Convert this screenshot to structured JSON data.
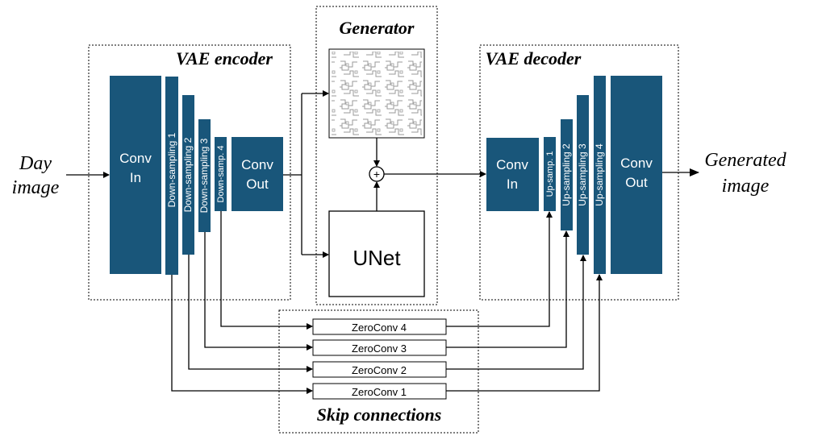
{
  "input_label": [
    "Day",
    "image"
  ],
  "output_label": [
    "Generated",
    "image"
  ],
  "encoder": {
    "title": "VAE encoder",
    "conv_in": [
      "Conv",
      "In"
    ],
    "downsampling": [
      "Down-sampling 1",
      "Down-sampling 2",
      "Down-sampling 3",
      "Down-samp. 4"
    ],
    "conv_out": [
      "Conv",
      "Out"
    ]
  },
  "generator": {
    "title": "Generator",
    "unet": "UNet",
    "add_symbol": "+"
  },
  "decoder": {
    "title": "VAE decoder",
    "conv_in": [
      "Conv",
      "In"
    ],
    "upsampling": [
      "Up-samp. 1",
      "Up-sampling 2",
      "Up-sampling 3",
      "Up-sampling 4"
    ],
    "conv_out": [
      "Conv",
      "Out"
    ]
  },
  "skip": {
    "title": "Skip connections",
    "zeroconv": [
      "ZeroConv 4",
      "ZeroConv 3",
      "ZeroConv 2",
      "ZeroConv 1"
    ]
  },
  "colors": {
    "block": "#19567a",
    "block_text": "#ffffff",
    "line": "#000000",
    "noise": "#9a9a9a"
  }
}
